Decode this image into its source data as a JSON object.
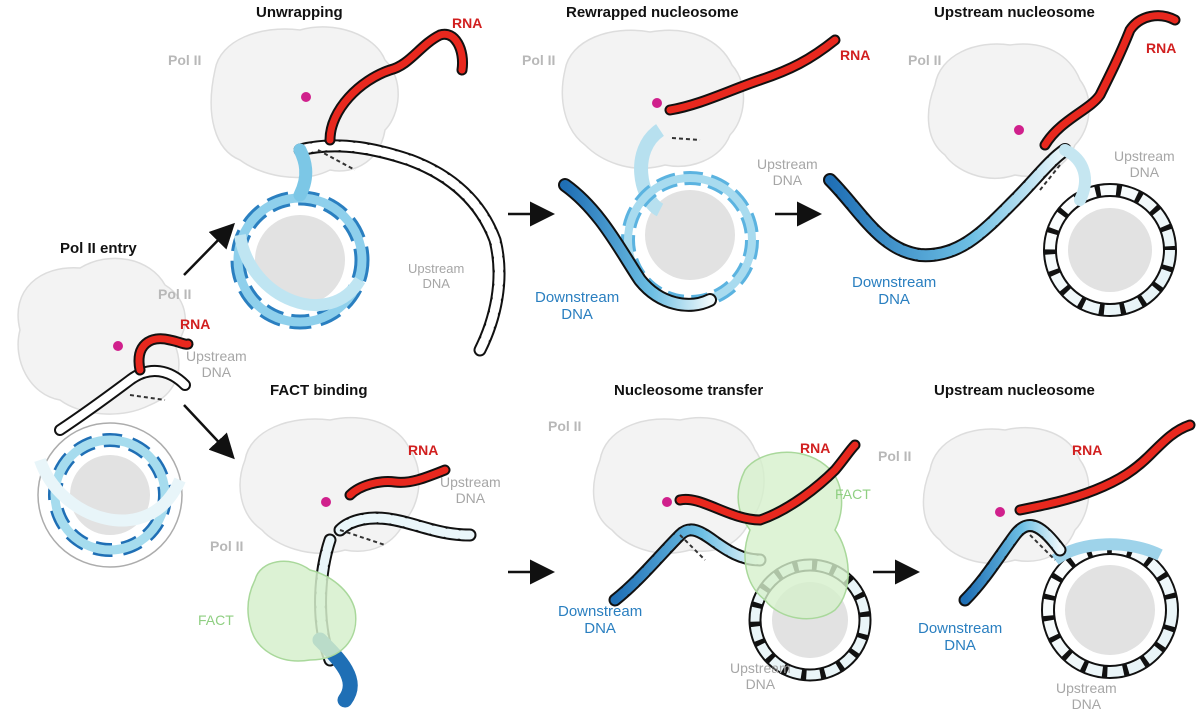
{
  "panels": {
    "entry": {
      "title": "Pol II entry",
      "pol": "Pol II",
      "rna": "RNA",
      "upstream": "Upstream\nDNA"
    },
    "unwrap": {
      "title": "Unwrapping",
      "pol": "Pol II",
      "rna": "RNA",
      "upstream": "Upstream\nDNA"
    },
    "rewrap": {
      "title": "Rewrapped nucleosome",
      "pol": "Pol II",
      "rna": "RNA",
      "upstream": "Upstream\nDNA",
      "downstream": "Downstream\nDNA"
    },
    "upstream1": {
      "title": "Upstream nucleosome",
      "pol": "Pol II",
      "rna": "RNA",
      "upstream": "Upstream\nDNA",
      "downstream": "Downstream\nDNA"
    },
    "fact": {
      "title": "FACT binding",
      "pol": "Pol II",
      "rna": "RNA",
      "upstream": "Upstream\nDNA",
      "fact": "FACT"
    },
    "transfer": {
      "title": "Nucleosome transfer",
      "pol": "Pol II",
      "rna": "RNA",
      "fact": "FACT",
      "upstream": "Upstream\nDNA",
      "downstream": "Downstream\nDNA"
    },
    "upstream2": {
      "title": "Upstream nucleosome",
      "pol": "Pol II",
      "rna": "RNA",
      "upstream": "Upstream\nDNA",
      "downstream": "Downstream\nDNA"
    }
  },
  "colors": {
    "rna": "#e8281e",
    "dna_dark": "#1f6fb5",
    "dna_light": "#bfe3f0",
    "pol": "#f2f2f2",
    "fact": "#cfeec3",
    "metal": "#d0208c"
  }
}
